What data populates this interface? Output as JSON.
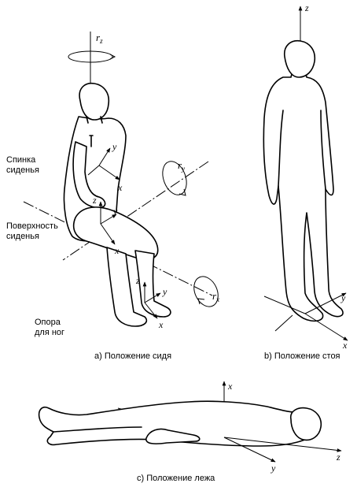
{
  "panels": {
    "sitting": {
      "caption": "a) Положение сидя",
      "labels": {
        "seat_back": [
          "Спинка",
          "сиденья"
        ],
        "seat_surface": [
          "Поверхность",
          "сиденья"
        ],
        "foot_rest": [
          "Опора",
          "для ног"
        ]
      },
      "axes": {
        "rz": "r",
        "rz_sub": "z",
        "ry": "r",
        "ry_sub": "y",
        "rx": "r",
        "rx_sub": "x",
        "back_y": "y",
        "back_x": "x",
        "seat_z": "z",
        "seat_y": "y",
        "seat_x": "x",
        "foot_z": "z",
        "foot_y": "y",
        "foot_x": "x"
      }
    },
    "standing": {
      "caption": "b) Положение стоя",
      "axes": {
        "z": "z",
        "y": "y",
        "x": "x"
      }
    },
    "lying": {
      "caption": "c) Положение лежа",
      "axes": {
        "x": "x",
        "y": "y",
        "z": "z"
      }
    }
  }
}
